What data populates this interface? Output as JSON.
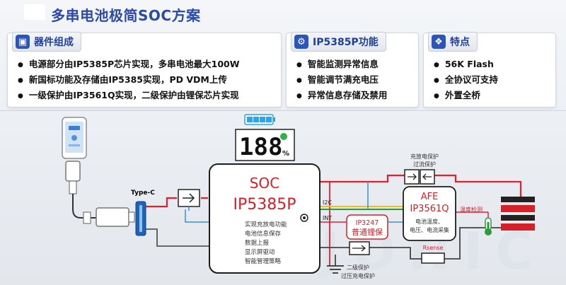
{
  "page_title": "多串电池极简SOC方案",
  "panels": {
    "components": {
      "title": "器件组成",
      "icon": "chip-icon",
      "items": [
        "电源部分由IP5385P芯片实现，多串电池最大100W",
        "新国标功能及存储由IP5385实现，PD VDM上传",
        "一级保护由IP3561Q实现，二级保护由锂保芯片实现"
      ]
    },
    "functions": {
      "title": "IP5385P功能",
      "icon": "gear-icon",
      "items": [
        "智能监测异常信息",
        "智能调节满充电压",
        "异常信息存储及禁用"
      ]
    },
    "features": {
      "title": "特点",
      "icon": "puzzle-icon",
      "items": [
        "56K Flash",
        "全协议可支持",
        "外置全桥"
      ]
    }
  },
  "diagram": {
    "type_c_label": "Type-C",
    "seg_display_digits": "188",
    "seg_display_unit": "%",
    "soc": {
      "name": "SOC",
      "part": "IP5385P",
      "functions": [
        "实现充放电功能",
        "电池信息保存",
        "数据上报",
        "显示屏驱动",
        "智能管理策略"
      ]
    },
    "bus_labels": {
      "i2c": "I2C",
      "int": "INT"
    },
    "ip3247": {
      "part": "IP3247",
      "desc": "普通锂保"
    },
    "afe": {
      "name": "AFE",
      "part": "IP3561Q",
      "desc": [
        "电池温度、",
        "电压、电流采集"
      ]
    },
    "rsense_label": "Rsense",
    "temp_label": "温度检测",
    "charge_protect_label": [
      "充放电保护",
      "过流保护"
    ],
    "secondary_protect_label": [
      "二级保护",
      "过压充电保护"
    ],
    "watermark": "INJONIC",
    "colors": {
      "power_line": "#e5202c",
      "ground_line": "#333333",
      "i2c_line": "#e8c21a",
      "int_line": "#2a9d3b",
      "signal_line": "#3a8fd6",
      "accent": "#2d4aa6"
    }
  }
}
